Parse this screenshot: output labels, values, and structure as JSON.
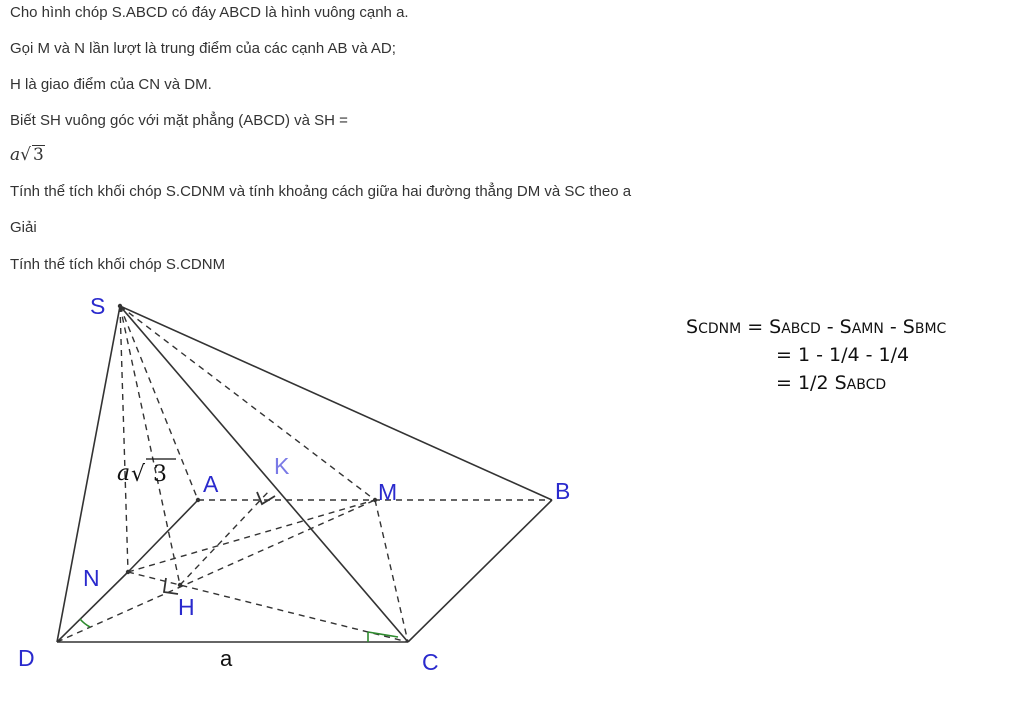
{
  "problem": {
    "line1": "Cho hình chóp S.ABCD có đáy ABCD là hình vuông cạnh a.",
    "line2": "Gọi M và N lần lượt là trung điểm của các cạnh AB và AD;",
    "line3": "H là giao điểm của CN và DM.",
    "line4": "Biết SH vuông góc với mặt phẳng (ABCD) và SH =",
    "sh_var": "a",
    "sh_root": "3",
    "line5": "Tính thể tích khối chóp S.CDNM và tính khoảng cách giữa hai đường thẳng DM và SC theo a",
    "solution_label": "Giải",
    "line6": "Tính thể tích khối chóp S.CDNM"
  },
  "figure": {
    "labels": {
      "S": "S",
      "A": "A",
      "B": "B",
      "C": "C",
      "D": "D",
      "M": "M",
      "N": "N",
      "H": "H",
      "K": "K"
    },
    "side_label": "a",
    "height_var": "a",
    "height_root": "3",
    "colors": {
      "points": "#2a2acd",
      "k_label": "#7a7ae6",
      "angle_mark": "#2e8b2e",
      "lines": "#333333"
    }
  },
  "area_calc": {
    "row1": {
      "S1": "S",
      "sub1": "CDNM",
      "eq": " = ",
      "S2": "S",
      "sub2": "ABCD",
      "minus1": " - S",
      "sub3": "AMN",
      "minus2": " - S",
      "sub4": "BMC"
    },
    "row2": "= 1 - 1/4 - 1/4",
    "row3": {
      "text": "= 1/2 S",
      "sub": "ABCD"
    }
  }
}
